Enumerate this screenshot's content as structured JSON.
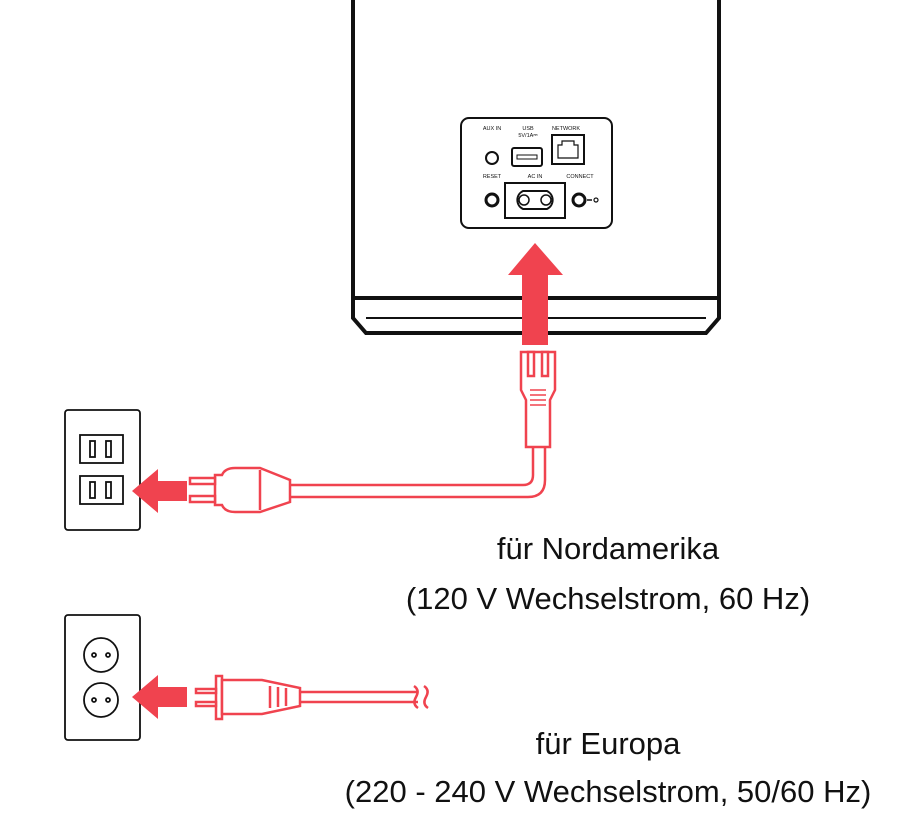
{
  "panel_labels": {
    "aux_in": "AUX IN",
    "usb": "USB",
    "usb_rating": "5V/1A⎓",
    "network": "NETWORK",
    "reset": "RESET",
    "ac_in": "AC IN",
    "connect": "CONNECT"
  },
  "captions": {
    "north_america_title": "für Nordamerika",
    "north_america_spec": "(120 V Wechselstrom, 60 Hz)",
    "europe_title": "für Europa",
    "europe_spec": "(220 - 240 V Wechselstrom, 50/60 Hz)"
  },
  "colors": {
    "accent_red": "#f0434f",
    "line": "#111111"
  }
}
